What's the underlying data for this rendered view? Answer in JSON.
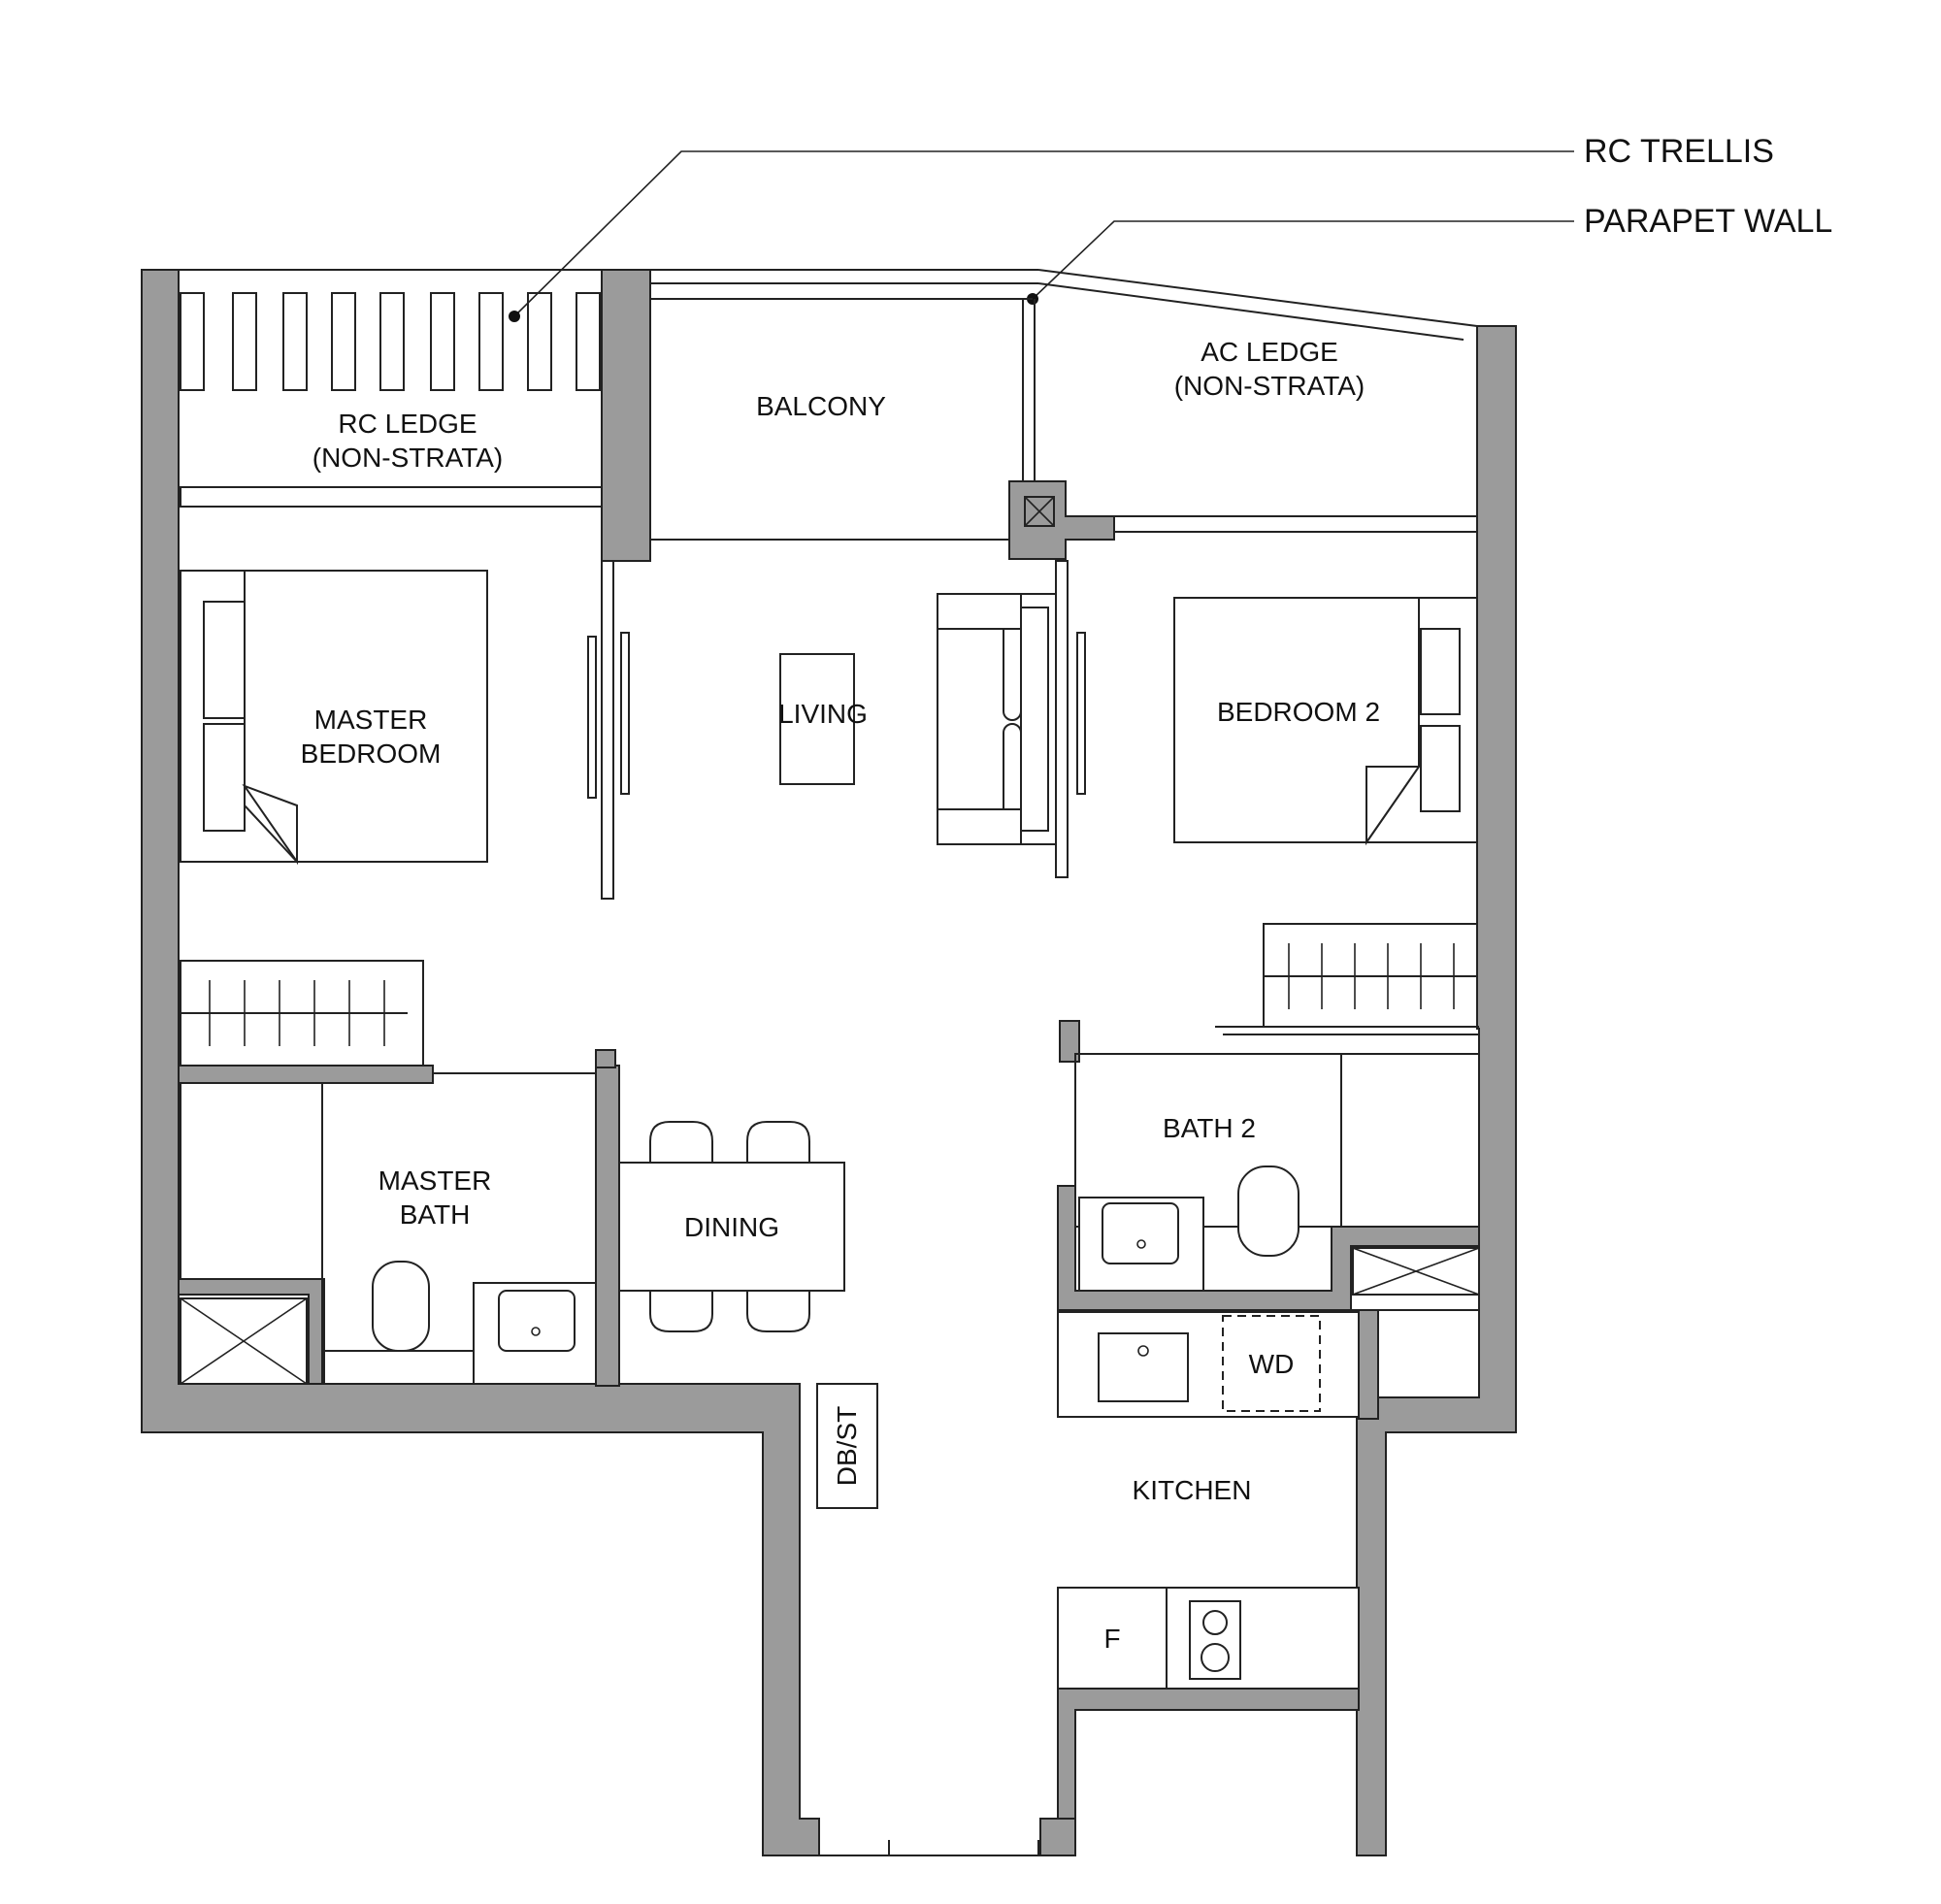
{
  "callouts": {
    "rc_trellis": "RC TRELLIS",
    "parapet_wall": "PARAPET WALL"
  },
  "rooms": {
    "rc_ledge_line1": "RC LEDGE",
    "rc_ledge_line2": "(NON-STRATA)",
    "balcony": "BALCONY",
    "ac_ledge_line1": "AC LEDGE",
    "ac_ledge_line2": "(NON-STRATA)",
    "master_bedroom_line1": "MASTER",
    "master_bedroom_line2": "BEDROOM",
    "living": "LIVING",
    "bedroom_2": "BEDROOM 2",
    "master_bath_line1": "MASTER",
    "master_bath_line2": "BATH",
    "dining": "DINING",
    "bath_2": "BATH 2",
    "wd": "WD",
    "db_st": "DB/ST",
    "kitchen": "KITCHEN",
    "fridge": "F"
  },
  "colors": {
    "wall": "#9b9b9b",
    "line": "#222222"
  }
}
